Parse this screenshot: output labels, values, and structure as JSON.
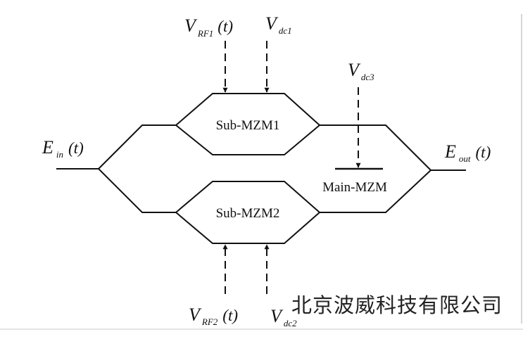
{
  "diagram": {
    "sub_mzm1": {
      "label": "Sub-MZM1"
    },
    "sub_mzm2": {
      "label": "Sub-MZM2"
    },
    "main_mzm": {
      "label": "Main-MZM"
    },
    "inputs": {
      "v_rf1": {
        "main": "V",
        "sub": "RF1",
        "arg": "(t)"
      },
      "v_dc1": {
        "main": "V",
        "sub": "dc1"
      },
      "v_dc3": {
        "main": "V",
        "sub": "dc3"
      },
      "v_rf2": {
        "main": "V",
        "sub": "RF2",
        "arg": "(t)"
      },
      "v_dc2": {
        "main": "V",
        "sub": "dc2"
      }
    },
    "fields": {
      "e_in": {
        "main": "E",
        "sub": "in",
        "arg": "(t)"
      },
      "e_out": {
        "main": "E",
        "sub": "out",
        "arg": "(t)"
      }
    },
    "colors": {
      "line": "#111111",
      "background": "#ffffff",
      "frame": "#cfcfcf"
    }
  },
  "watermark": {
    "text": "北京波威科技有限公司"
  }
}
